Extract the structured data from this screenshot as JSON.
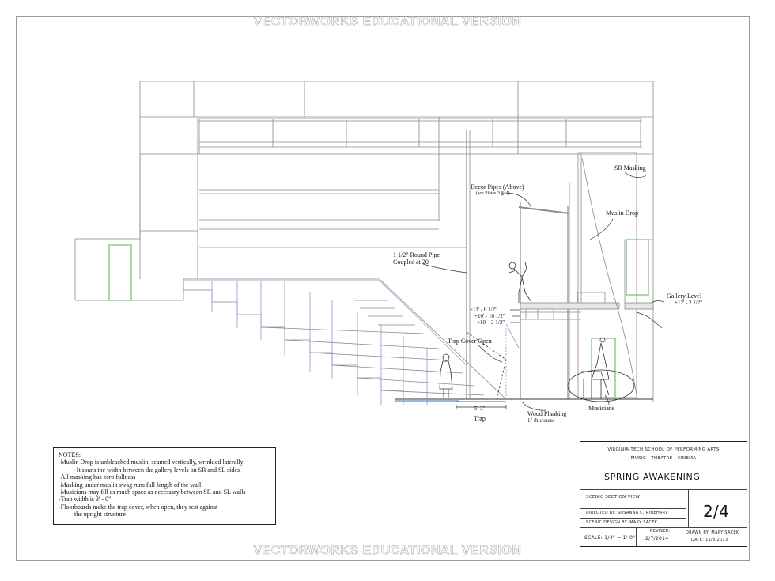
{
  "watermark": {
    "top": "VECTORWORKS EDUCATIONAL VERSION",
    "bottom": "VECTORWORKS EDUCATIONAL VERSION"
  },
  "labels": {
    "sr_masking": "SR Masking",
    "decor_pipes": "Decor Pipes (Above)",
    "decor_pipes_note": "(see Plates 3 & 4)",
    "muslin_drop": "Muslin Drop",
    "round_pipe_1": "1 1/2\" Round Pipe",
    "round_pipe_2": "Coupled at 20'",
    "gallery_level": "Gallery Level",
    "gallery_level_elev": "+12' - 2 1/2\"",
    "elev_1": "+11' - 6 1/2\"",
    "elev_2": "+10' - 10 1/2\"",
    "elev_3": "+10' - 2 1/2\"",
    "trap_cover": "Trap Cover Open",
    "trap_dim": "5'-3\"",
    "trap": "Trap",
    "wood_planking": "Wood Planking",
    "wood_planking_note": "1\" thickness",
    "musicians": "Musicians"
  },
  "notes": {
    "heading": "NOTES:",
    "lines": [
      "-Muslin Drop is unbleached muslin, seamed vertically, wrinkled laterally",
      "-It spans the width between the gallery levels on SR and SL sides",
      "-All masking has zero fullness",
      "-Masking under muslin swag runs full length of the wall",
      "-Musicians may fill as much space as necessary between SR and SL walls",
      "-Trap width is 3' - 0\"",
      "-Floorboards make the trap cover, when open, they rest against",
      "the upright structure"
    ]
  },
  "title_block": {
    "school": "VIRGINIA TECH SCHOOL OF PERFORMING ARTS",
    "program": "MUSIC - THEATRE - CINEMA",
    "production": "SPRING AWAKENING",
    "view": "SCENIC SECTION VIEW",
    "sheet": "2/4",
    "director": "DIRECTED BY: SUSANNA C. RINEHART",
    "designer": "SCENIC DESIGN BY: MARY SACEK",
    "scale": "SCALE: 1/4\" = 1'-0\"",
    "revised_label": "REVISED:",
    "revised_date": "2/7/2014",
    "drawn_by": "DRAWN BY: MARY SACEK",
    "date": "DATE: 11/8/2013"
  },
  "colors": {
    "line": "#555555",
    "light_line": "#9a9a9a",
    "blue": "#7d9fd0",
    "green": "#55b455"
  }
}
